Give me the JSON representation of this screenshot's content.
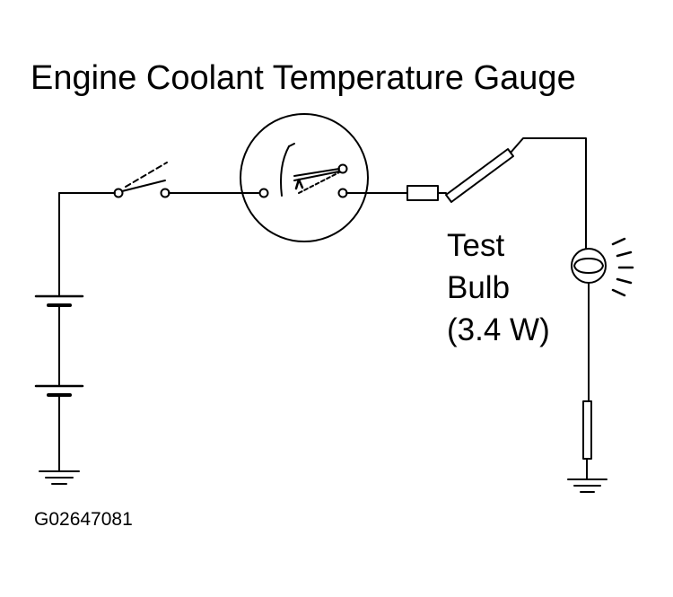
{
  "title": "Engine Coolant Temperature Gauge",
  "test_bulb": {
    "line1": "Test",
    "line2": "Bulb",
    "line3": "(3.4 W)"
  },
  "figure_code": "G02647081"
}
